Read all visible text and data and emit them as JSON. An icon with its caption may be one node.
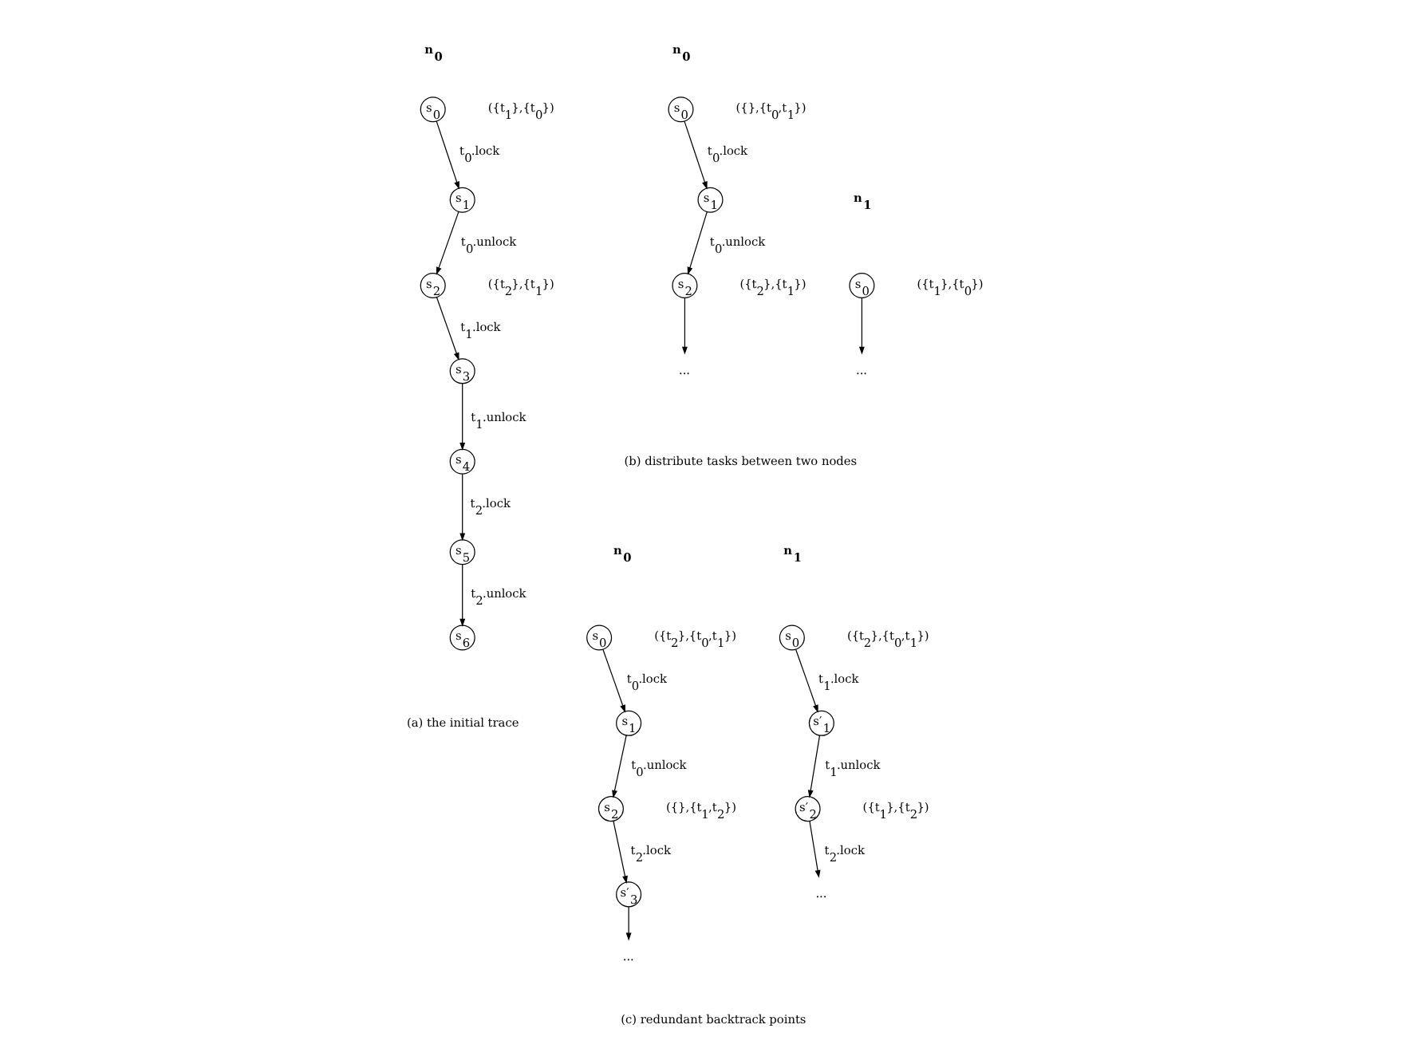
{
  "diagram": {
    "nodes": [
      {
        "text": [
          "s$_{0}$"
        ],
        "beside": [
          "({t$_{1}$},{t$_{0}$})"
        ]
      },
      {
        "text": [
          "s$_{1}$"
        ]
      },
      {
        "text": [
          "s$_{2}$"
        ],
        "beside": [
          "({t$_{2}$},{t$_{1}$})"
        ]
      },
      {
        "text": [
          "s$_{3}$"
        ]
      },
      {
        "text": [
          "s$_{4}$"
        ]
      },
      {
        "text": [
          "s$_{5}$"
        ]
      },
      {
        "text": [
          "s$_{6}$"
        ]
      },
      {
        "text": [
          "s$_{0}$"
        ],
        "beside": [
          "({},{t$_{0}$,t$_{1}$})"
        ]
      },
      {
        "text": [
          "s$_{1}$"
        ]
      },
      {
        "text": [
          "s$_{2}$"
        ],
        "beside": [
          "({t$_{2}$},{t$_{1}$})"
        ]
      },
      {
        "text": [
          "..."
        ]
      },
      {
        "text": [
          "s$_{0}$"
        ],
        "beside": [
          "({t$_{1}$},{t$_{0}$})"
        ]
      },
      {
        "text": [
          "..."
        ]
      },
      {
        "text": [
          "s$_{0}$"
        ],
        "beside": [
          "({t$_{2}$},{t$_{0}$,t$_{1}$})"
        ]
      },
      {
        "text": [
          "s$_{1}$"
        ]
      },
      {
        "text": [
          "s$_{2}$"
        ],
        "beside": [
          "({},{t$_{1}$,t$_{2}$})"
        ]
      },
      {
        "text": [
          "s′$_{3}$"
        ]
      },
      {
        "text": [
          "..."
        ]
      },
      {
        "text": [
          "s$_{0}$"
        ],
        "beside": [
          "({t$_{2}$},{t$_{0}$,t$_{1}$})"
        ]
      },
      {
        "text": [
          "s′$_{1}$"
        ]
      },
      {
        "text": [
          "s′$_{2}$"
        ],
        "beside": [
          "({t$_{1}$},{t$_{2}$})"
        ]
      },
      {
        "text": [
          "..."
        ]
      }
    ],
    "edges": [
      {
        "from": 0,
        "to": 1,
        "arrow": "to",
        "label": "t$_{0}$.lock"
      },
      {
        "from": 1,
        "to": 2,
        "arrow": "to",
        "label": "t$_{0}$.unlock"
      },
      {
        "from": 2,
        "to": 3,
        "arrow": "to",
        "label": "t$_{1}$.lock"
      },
      {
        "from": 3,
        "to": 4,
        "arrow": "to",
        "label": "t$_{1}$.unlock"
      },
      {
        "from": 4,
        "to": 5,
        "arrow": "to",
        "label": "t$_{2}$.lock"
      },
      {
        "from": 5,
        "to": 6,
        "arrow": "to",
        "label": "t$_{2}$.unlock"
      },
      {
        "from": 7,
        "to": 8,
        "arrow": "to",
        "label": "t$_{0}$.lock"
      },
      {
        "from": 8,
        "to": 9,
        "arrow": "to",
        "label": "t$_{0}$.unlock"
      },
      {
        "from": 9,
        "to": 10,
        "arrow": "to"
      },
      {
        "from": 11,
        "to": 12,
        "arrow": "to"
      },
      {
        "from": 13,
        "to": 14,
        "arrow": "to",
        "label": "t$_{0}$.lock"
      },
      {
        "from": 14,
        "to": 15,
        "arrow": "to",
        "label": "t$_{0}$.unlock"
      },
      {
        "from": 15,
        "to": 16,
        "arrow": "to",
        "label": "t$_{2}$.lock"
      },
      {
        "from": 16,
        "to": 17,
        "arrow": "to"
      },
      {
        "from": 18,
        "to": 19,
        "arrow": "to",
        "label": "t$_{1}$.lock"
      },
      {
        "from": 19,
        "to": 20,
        "arrow": "to",
        "label": "t$_{1}$.unlock"
      },
      {
        "from": 20,
        "to": 21,
        "arrow": "to",
        "label": "t$_{2}$.lock"
      }
    ],
    "labels": [
      "n$_{0}$",
      "n$_{0}$",
      "n$_{1}$",
      "(b) distribute tasks between two nodes",
      "n$_{0}$",
      "n$_{1}$",
      "(a) the initial trace",
      "(c) redundant backtrack points"
    ]
  }
}
